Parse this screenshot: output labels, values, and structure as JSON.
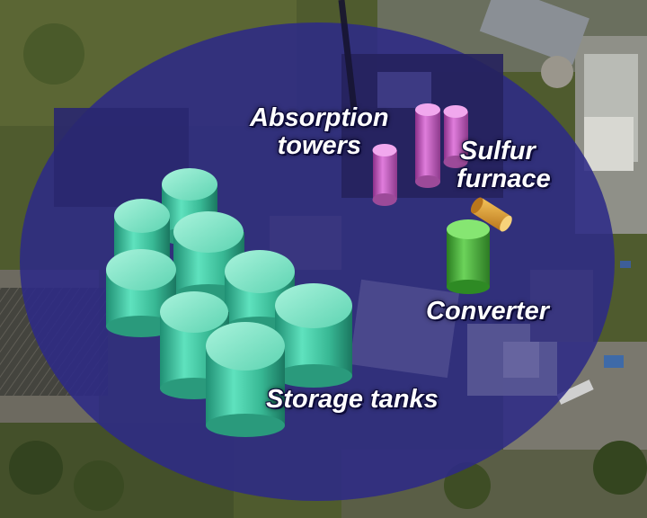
{
  "labels": {
    "absorption_line1": "Absorption",
    "absorption_line2": "towers",
    "sulfur_line1": "Sulfur",
    "sulfur_line2": "furnace",
    "converter": "Converter",
    "storage": "Storage tanks"
  },
  "colors": {
    "overlay": "#2e2a86",
    "storage_tanks": "#44c9a6",
    "absorption_towers": "#c65fc2",
    "sulfur_furnace": "#e8a83a",
    "converter": "#49b23b",
    "grass": "#4d5a2c"
  }
}
